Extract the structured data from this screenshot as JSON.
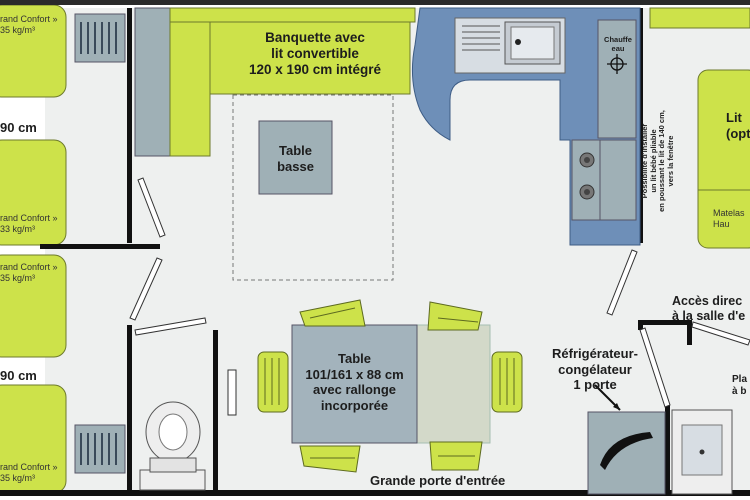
{
  "labels": {
    "banquette": [
      "Banquette avec",
      "lit convertible",
      "120 x 190 cm intégré"
    ],
    "table_basse": [
      "Table",
      "basse"
    ],
    "table": [
      "Table",
      "101/161 x 88 cm",
      "avec rallonge",
      "incorporée"
    ],
    "chauffe_eau": [
      "Chauffe",
      "eau"
    ],
    "refrigerateur": [
      "Réfrigérateur-",
      "congélateur",
      "1 porte"
    ],
    "grande_porte": "Grande porte d'entrée",
    "acces": [
      "Accès direc",
      "à la salle d'e"
    ],
    "lit_option": [
      "Lit",
      "(option"
    ],
    "matelas_right": [
      "Matelas",
      "Hau"
    ],
    "placard": [
      "Pla",
      "à b"
    ],
    "possibilite": [
      "Possibilité d'installer",
      "un lit bébé pliable",
      "en poussant le lit de 140 cm,",
      "vers la fenêtre"
    ],
    "bed_size_top": "90 cm",
    "bed_size_bottom": "90 cm",
    "mattress_labels": [
      [
        "rand Confort »",
        "35 kg/m³"
      ],
      [
        "rand Confort »",
        "33 kg/m³"
      ],
      [
        "rand Confort »",
        "35 kg/m³"
      ],
      [
        "rand Confort »",
        "35 kg/m³"
      ]
    ]
  },
  "colors": {
    "bed": "#cde24a",
    "bed_dark": "#aac42c",
    "wall": "#111111",
    "floor": "#eef0ef",
    "counter": "#6e8fb8",
    "counter_dark": "#4d6f9b",
    "furniture_grey": "#9fb0b6",
    "table": "#a3b3bc",
    "toilet": "#eeeeee"
  },
  "icons": [
    "sink-icon",
    "stove-icon",
    "toilet-icon",
    "chair-icon",
    "radiator-icon",
    "water-heater-icon",
    "arrow-icon"
  ]
}
